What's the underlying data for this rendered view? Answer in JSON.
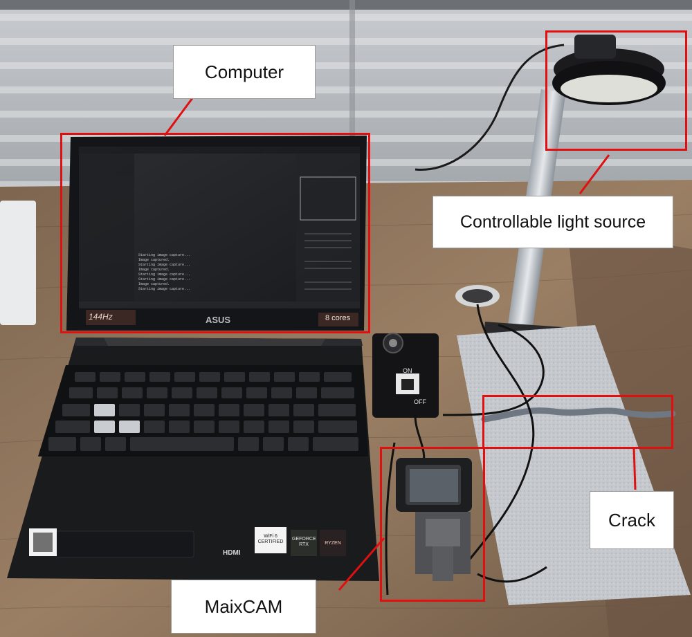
{
  "labels": {
    "computer": "Computer",
    "light_source": "Controllable light source",
    "crack": "Crack",
    "maixcam": "MaixCAM"
  },
  "laptop_screen": {
    "badge_left": "144Hz",
    "badge_right": "8 cores",
    "console_lines": [
      "Starting image capture...",
      "Image captured.",
      "Starting image capture...",
      "Image captured.",
      "Starting image capture...",
      "Starting image capture...",
      "Image captured.",
      "Starting image capture..."
    ]
  },
  "laptop_body": {
    "brand": "ASUS",
    "stickers": [
      "HDMI",
      "WiFi 6 CERTIFIED",
      "GEFORCE RTX",
      "RYZEN"
    ]
  },
  "controller": {
    "on": "ON",
    "off": "OFF"
  },
  "colors": {
    "annotation": "#e01010",
    "desk": "#8a6f55",
    "paper": "#c9cdd2"
  }
}
